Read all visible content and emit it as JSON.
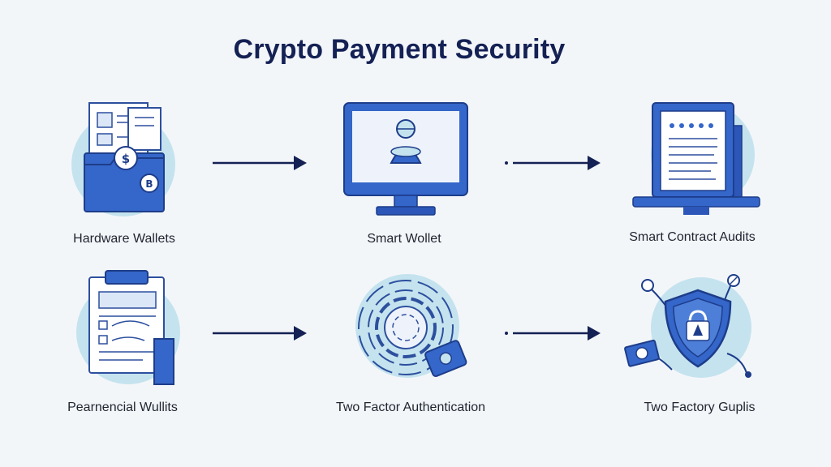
{
  "title": "Crypto Payment Security",
  "colors": {
    "navy": "#142154",
    "blue": "#3566c9",
    "light_blue": "#c4e3ee",
    "outline": "#2d4f9e"
  },
  "nodes": [
    {
      "label": "Hardware Wallets",
      "icon": "folder-wallet-icon"
    },
    {
      "label": "Smart Wollet",
      "icon": "monitor-icon"
    },
    {
      "label": "Smart Contract Audits",
      "icon": "laptop-document-icon"
    },
    {
      "label": "Pearnencial Wullits",
      "icon": "clipboard-document-icon"
    },
    {
      "label": "Two Factor Authentication",
      "icon": "fingerprint-icon"
    },
    {
      "label": "Two Factory Guplis",
      "icon": "shield-lock-icon"
    }
  ]
}
